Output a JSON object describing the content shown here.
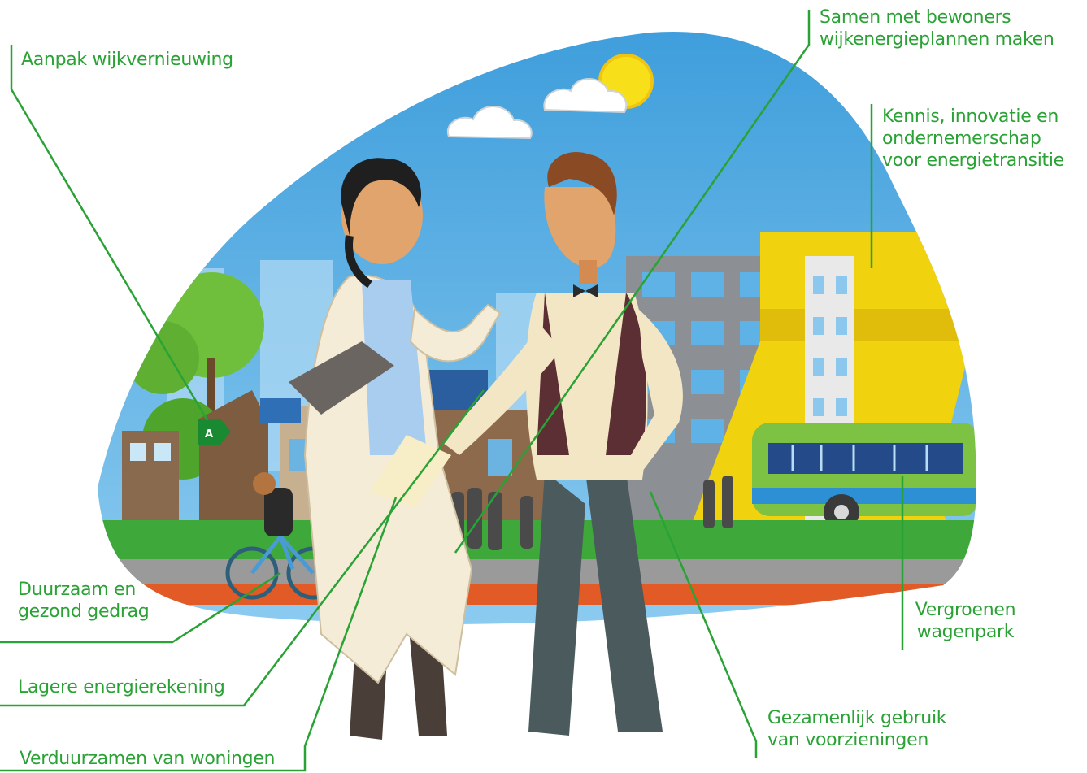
{
  "labels": {
    "aanpak": [
      "Aanpak wijkvernieuwing"
    ],
    "samen": [
      "Samen met bewoners",
      "wijkenergieplannen maken"
    ],
    "kennis": [
      "Kennis, innovatie en",
      "ondernemerschap",
      "voor energietransitie"
    ],
    "duurzaam": [
      "Duurzaam en",
      "gezond gedrag"
    ],
    "lagere": [
      "Lagere energierekening"
    ],
    "verduurzamen": [
      "Verduurzamen van woningen"
    ],
    "vergroenen": [
      "Vergroenen",
      "wagenpark"
    ],
    "gezamenlijk": [
      "Gezamenlijk gebruik",
      "van voorzieningen"
    ]
  },
  "energy_label": "A",
  "colors": {
    "accent_green": "#2aa235",
    "sky": "#4aa8e2",
    "grass": "#3fa83a",
    "road": "#9a9a9a",
    "bike_lane": "#e25b26",
    "yellow_building": "#f1d20f",
    "bus": "#7dc242",
    "sun": "#f7e01a"
  }
}
